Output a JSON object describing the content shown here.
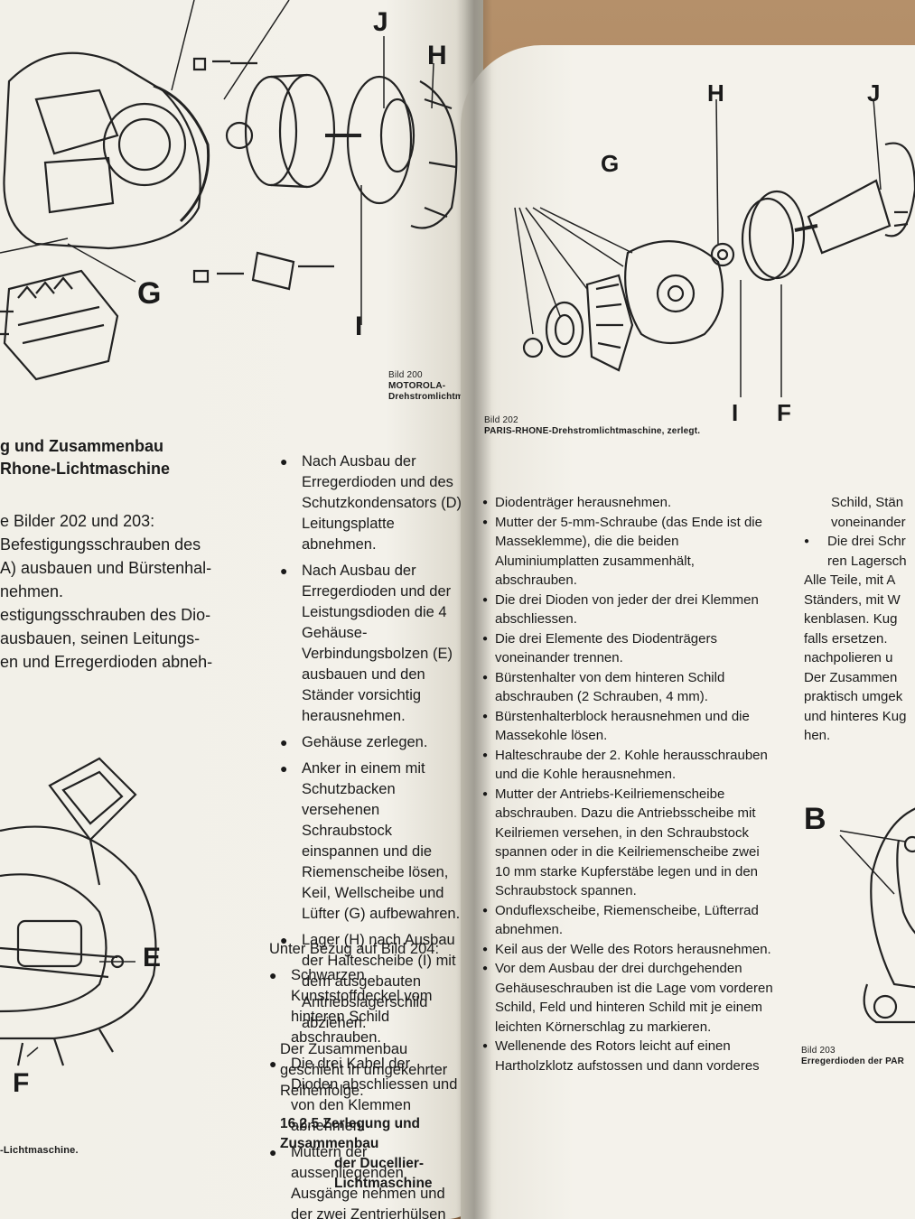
{
  "left_page": {
    "heading_line1": "g und Zusammenbau",
    "heading_line2": "Rhone-Lichtmaschine",
    "intro_col": [
      "e Bilder 202 und 203:",
      "Befestigungsschrauben des",
      "A) ausbauen und Bürstenhal-",
      "nehmen.",
      "estigungsschrauben des Dio-",
      "ausbauen, seinen Leitungs-",
      "en und Erregerdioden abneh-"
    ],
    "caption_200": {
      "label": "Bild 200",
      "title": "MOTOROLA-Drehstromlichtmaschine"
    },
    "caption_bottom": "-Lichtmaschine.",
    "fig200_letters": {
      "j": "J",
      "h": "H",
      "g": "G",
      "i": "I"
    },
    "fig_lower_letters": {
      "e": "E",
      "f": "F"
    },
    "col2_bullets": [
      "Nach Ausbau der Erregerdioden und des Schutzkondensators (D) Leitungsplatte abnehmen.",
      "Nach Ausbau der Erregerdioden und der Leistungsdioden die 4 Gehäuse-Verbindungsbolzen (E) ausbauen und den Ständer vorsichtig herausnehmen.",
      "Gehäuse zerlegen.",
      "Anker in einem mit Schutzbacken versehenen Schraubstock einspannen und die Riemenscheibe lösen, Keil, Wellscheibe und Lüfter (G) aufbewahren.",
      "Lager (H) nach Ausbau der Haltescheibe (I) mit dem ausgebauten Antriebslagerschild abziehen."
    ],
    "col2_after": "Der Zusammenbau geschieht in umgekehrter Reihenfolge.",
    "section_heading_line1": "16.2.5 Zerlegung und Zusammenbau",
    "section_heading_line2": "der Ducellier-Lichtmaschine",
    "section_intro": "Unter Bezug auf Bild 204:",
    "section_bullets": [
      "Schwarzen Kunststoffdeckel vom hinteren Schild abschrauben.",
      "Die drei Kabel der Dioden abschliessen und von den Klemmen abnehmen.",
      "Muttern der aussenliegenden Ausgänge nehmen und der zwei Zentrierhülsen abnehmen."
    ]
  },
  "right_page": {
    "caption_202": {
      "label": "Bild 202",
      "title": "PARIS-RHONE-Drehstromlichtmaschine, zerlegt."
    },
    "fig202_letters": {
      "h": "H",
      "j": "J",
      "g": "G",
      "i": "I",
      "f": "F"
    },
    "bullets": [
      "Diodenträger herausnehmen.",
      "Mutter der 5-mm-Schraube (das Ende ist die Masseklemme), die die beiden Aluminiumplatten zusammenhält, abschrauben.",
      "Die drei Dioden von jeder der drei Klemmen abschliessen.",
      "Die drei Elemente des Diodenträgers voneinander trennen.",
      "Bürstenhalter von dem hinteren Schild abschrauben (2 Schrauben, 4 mm).",
      "Bürstenhalterblock herausnehmen und die Massekohle lösen.",
      "Halteschraube der 2. Kohle herausschrauben und die Kohle herausnehmen.",
      "Mutter der Antriebs-Keilriemenscheibe abschrauben. Dazu die Antriebsscheibe mit Keilriemen versehen, in den Schraubstock spannen oder in die Keilriemenscheibe zwei 10 mm starke Kupferstäbe legen und in den Schraubstock spannen.",
      "Onduflexscheibe, Riemenscheibe, Lüfterrad abnehmen.",
      "Keil aus der Welle des Rotors herausnehmen.",
      "Vor dem Ausbau der drei durchgehenden Gehäuseschrauben ist die Lage vom vorderen Schild, Feld und hinteren Schild mit je einem leichten Körnerschlag zu markieren.",
      "Wellenende des Rotors leicht auf einen Hartholzklotz aufstossen und dann vorderes"
    ],
    "col2_lines": [
      "Schild, Stän",
      "voneinander",
      "Die drei Schr",
      "ren Lagersch",
      "Alle Teile, mit A",
      "Ständers, mit W",
      "kenblasen. Kug",
      "falls ersetzen.",
      "nachpolieren u",
      "Der Zusammen",
      "praktisch umgek",
      "und hinteres Kug",
      "hen."
    ],
    "fig203_letter": "B",
    "caption_203": {
      "label": "Bild 203",
      "title": "Erregerdioden der PAR"
    }
  }
}
